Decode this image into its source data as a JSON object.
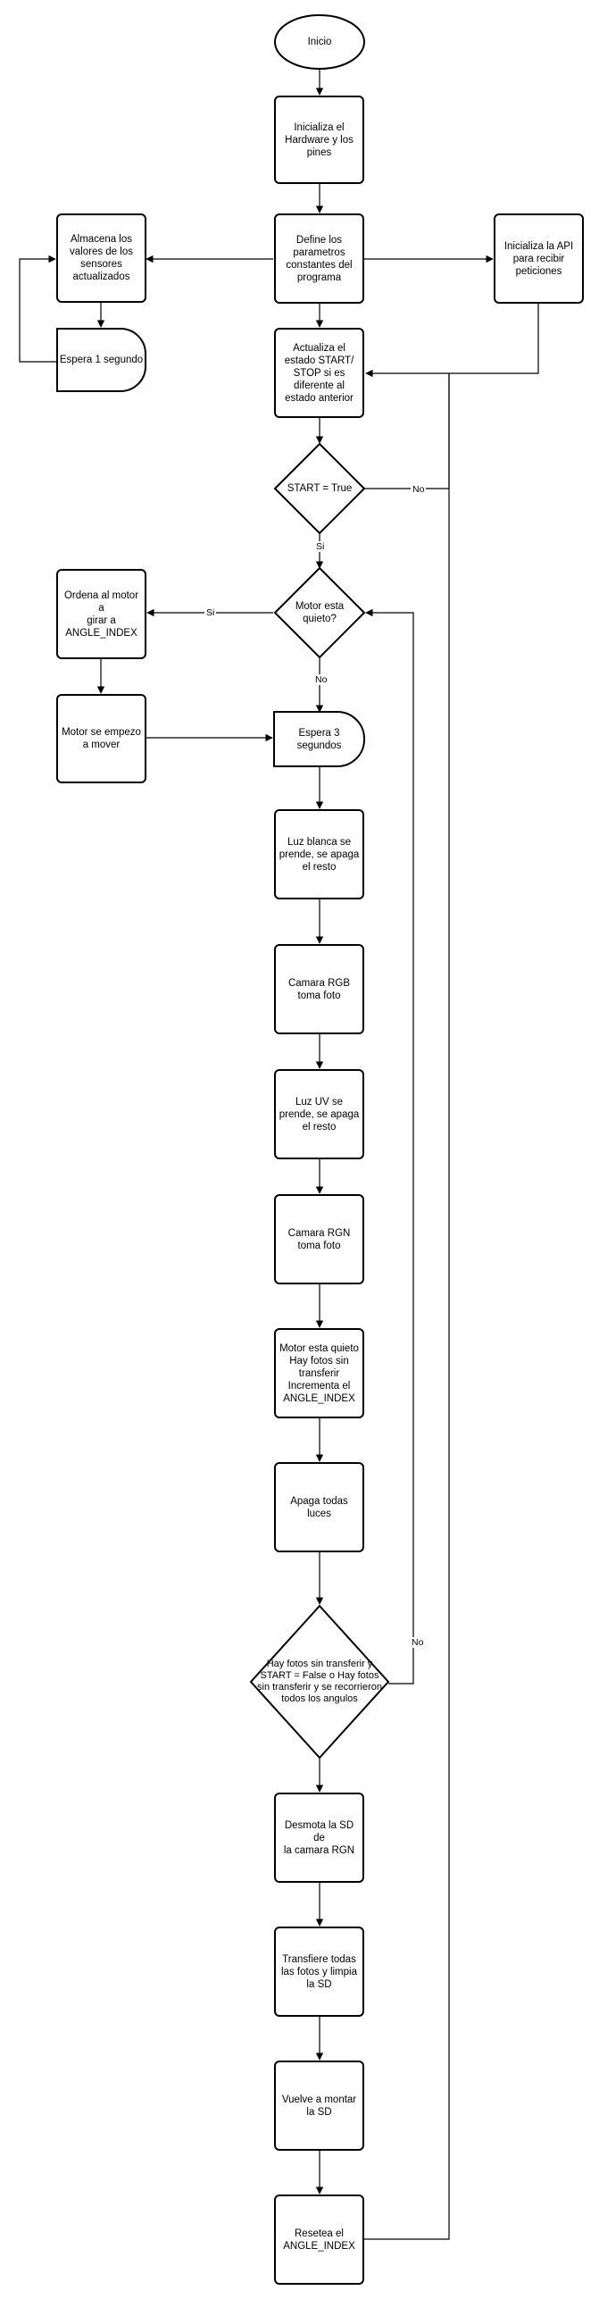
{
  "nodes": {
    "inicio": "Inicio",
    "inicializa_hw": "Inicializa el\nHardware y los\npines",
    "define_params": "Define los\nparametros\nconstantes del\nprograma",
    "almacena": "Almacena los\nvalores de los\nsensores\nactualizados",
    "espera_1": "Espera 1 segundo",
    "inicializa_api": "Inicializa la API\npara recibir\npeticiones",
    "actualiza_estado": "Actualiza el\nestado START/\nSTOP si es\ndiferente al\nestado anterior",
    "start_true": "START = True",
    "motor_quieto": "Motor esta\nquieto?",
    "ordena_motor": "Ordena al motor a\ngirar a\nANGLE_INDEX",
    "motor_empezo": "Motor se empezo\na mover",
    "espera_3": "Espera 3\nsegundos",
    "luz_blanca": "Luz blanca se\nprende, se apaga\nel resto",
    "camara_rgb": "Camara RGB\ntoma foto",
    "luz_uv": "Luz UV se\nprende, se apaga\nel resto",
    "camara_rgn": "Camara RGN\ntoma foto",
    "motor_quieto_fotos": "Motor esta quieto\nHay fotos sin\ntransferir\nIncrementa el\nANGLE_INDEX",
    "apaga_luces": "Apaga todas\nluces",
    "hay_fotos": "Hay fotos sin transferir y\nSTART = False o Hay fotos\nsin transferir y se recorrieron\ntodos los angulos",
    "desmonta_sd": "Desmota la SD de\nla camara RGN",
    "transfiere": "Transfiere todas\nlas fotos y limpia\nla SD",
    "vuelve_montar": "Vuelve a montar\nla SD",
    "resetea": "Resetea el\nANGLE_INDEX"
  },
  "labels": {
    "no_start": "No",
    "si_start": "Si",
    "si_motor": "Si",
    "no_motor": "No",
    "no_fotos": "No"
  }
}
